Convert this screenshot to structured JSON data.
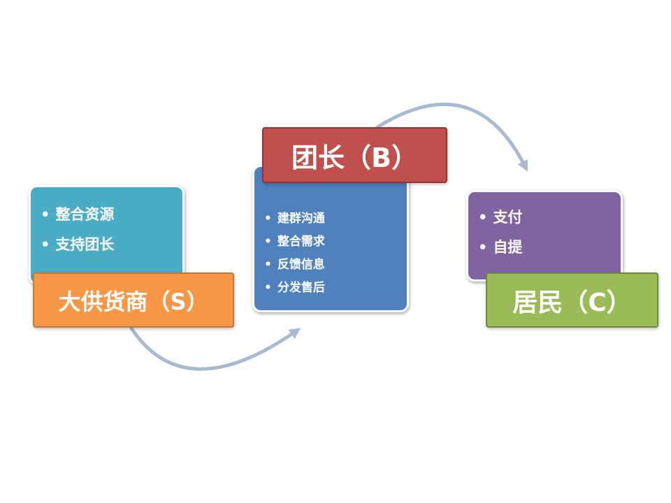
{
  "colors": {
    "supplier_panel": "#4bacc6",
    "supplier_label": "#f79646",
    "supplier_label_border": "#c27a35",
    "leader_panel": "#4f81bd",
    "leader_label": "#c0504d",
    "leader_label_border": "#8e3836",
    "resident_panel": "#8064a2",
    "resident_label": "#9bbb59",
    "resident_label_border": "#6f8b3c",
    "arrow": "#a7b9d3"
  },
  "supplier": {
    "label": "大供货商（S）",
    "items": [
      "整合资源",
      "支持团长"
    ]
  },
  "leader": {
    "label": "团长（B）",
    "items": [
      "建群沟通",
      "整合需求",
      "反馈信息",
      "分发售后"
    ]
  },
  "resident": {
    "label": "居民（C）",
    "items": [
      "支付",
      "自提"
    ]
  }
}
